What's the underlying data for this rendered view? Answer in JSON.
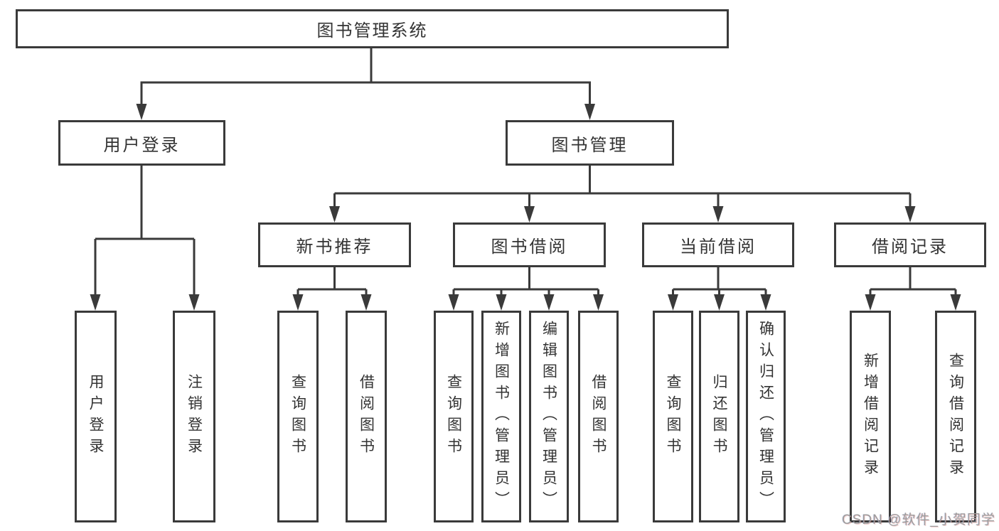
{
  "diagram_title": "图书管理系统",
  "tree": {
    "root": {
      "label": "图书管理系统",
      "children": [
        {
          "label": "用户登录",
          "children": [
            {
              "label": "用户登录"
            },
            {
              "label": "注销登录"
            }
          ]
        },
        {
          "label": "图书管理",
          "children": [
            {
              "label": "新书推荐",
              "children": [
                {
                  "label": "查询图书"
                },
                {
                  "label": "借阅图书"
                }
              ]
            },
            {
              "label": "图书借阅",
              "children": [
                {
                  "label": "查询图书"
                },
                {
                  "label": "新增图书（管理员）"
                },
                {
                  "label": "编辑图书（管理员）"
                },
                {
                  "label": "借阅图书"
                }
              ]
            },
            {
              "label": "当前借阅",
              "children": [
                {
                  "label": "查询图书"
                },
                {
                  "label": "归还图书"
                },
                {
                  "label": "确认归还（管理员）"
                }
              ]
            },
            {
              "label": "借阅记录",
              "children": [
                {
                  "label": "新增借阅记录"
                },
                {
                  "label": "查询借阅记录"
                }
              ]
            }
          ]
        }
      ]
    }
  },
  "watermark": {
    "text": "CSDN @软件_小贺同学"
  },
  "colors": {
    "line": "#3a3a3a",
    "text": "#333333",
    "watermark_text": "#9c9c9c",
    "background": "#ffffff"
  }
}
